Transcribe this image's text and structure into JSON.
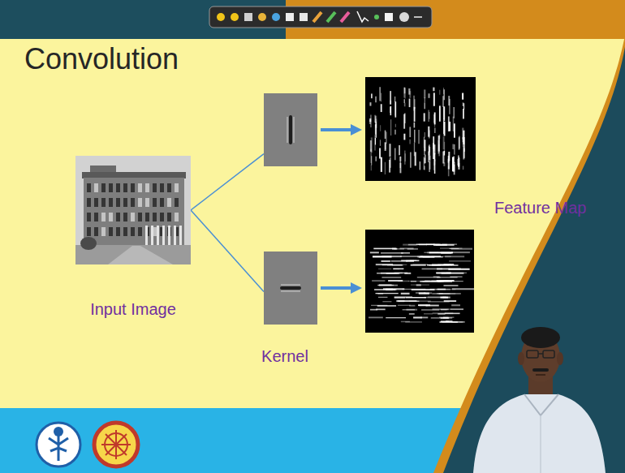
{
  "diagram": {
    "title": "Convolution",
    "nodes": [
      {
        "text": [
          "Input Image"
        ]
      },
      {
        "text": []
      },
      {
        "text": []
      },
      {
        "text": []
      },
      {
        "text": []
      }
    ],
    "edges": [
      {
        "from": 0,
        "to": 1,
        "arrow": "none"
      },
      {
        "from": 0,
        "to": 2,
        "arrow": "none"
      },
      {
        "from": 1,
        "to": 3,
        "arrow": "to"
      },
      {
        "from": 2,
        "to": 4,
        "arrow": "to"
      }
    ],
    "labels": [
      "Kernel",
      "Feature Map"
    ]
  }
}
